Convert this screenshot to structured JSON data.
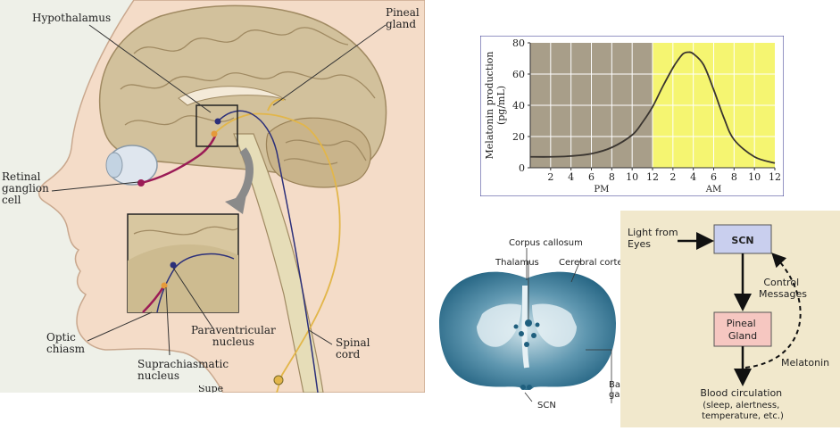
{
  "brain_illustration": {
    "labels": {
      "hypothalamus": "Hypothalamus",
      "pineal_gland": "Pineal\ngland",
      "retinal_ganglion_cell": "Retinal\nganglion\ncell",
      "optic_chiasm": "Optic\nchiasm",
      "paraventricular_nucleus": "Paraventricular\nnucleus",
      "suprachiasmatic_nucleus": "Suprachiasmatic\nnucleus",
      "spinal_cord": "Spinal\ncord",
      "cut_off_label": "Supe"
    },
    "colors": {
      "background": "#eef0e8",
      "skin": "#f4dcc8",
      "brain": "#d2c19c",
      "retina_pathway": "#9b1b56",
      "sympathetic_pathway": "#e2b64a",
      "neuron_path": "#2b2f7a"
    }
  },
  "chart_data": {
    "type": "line",
    "ylabel": "Melatonin production\n(pg/mL)",
    "x_tick_labels": [
      "2",
      "4",
      "6",
      "8",
      "10",
      "12",
      "2",
      "4",
      "6",
      "8",
      "10",
      "12"
    ],
    "x_group_labels": [
      "PM",
      "AM"
    ],
    "y_ticks": [
      0,
      20,
      40,
      60,
      80
    ],
    "ylim": [
      0,
      80
    ],
    "x_hours": [
      12,
      14,
      16,
      18,
      20,
      22,
      23,
      24,
      25,
      26,
      26.5,
      27,
      27.5,
      28,
      29,
      30,
      31,
      32,
      34,
      36
    ],
    "values": [
      7,
      7,
      7.5,
      9,
      13,
      21,
      29,
      39,
      52,
      64,
      69,
      73,
      74,
      73,
      66,
      50,
      32,
      18,
      7,
      3
    ],
    "xlim": [
      12,
      36
    ],
    "shading": [
      {
        "from": 12,
        "to": 24,
        "color": "#a89e89"
      },
      {
        "from": 24,
        "to": 36,
        "color": "#f5f571"
      }
    ],
    "grid": true,
    "colors": {
      "line": "#3a3530",
      "frame": "#2b2b8a"
    }
  },
  "brain_scan": {
    "labels": {
      "corpus_callosum": "Corpus callosum",
      "thalamus": "Thalamus",
      "cerebral_cortex": "Cerebral cortex",
      "scn": "SCN",
      "basal_ganglia_cut": "Ba\ngai"
    },
    "colors": {
      "stain": "#2f6f8c",
      "background": "#ffffff"
    }
  },
  "flow_diagram": {
    "light": "Light from\nEyes",
    "scn": "SCN",
    "control": "Control\nMessages",
    "pineal": "Pineal\nGland",
    "melatonin": "Melatonin",
    "blood": "Blood circulation\n(sleep, alertness,\ntemperature, etc.)",
    "colors": {
      "panel": "#f1e8cc",
      "scn_box": "#c9cfee",
      "pineal_box": "#f6c7c1",
      "arrows": "#111111"
    }
  }
}
